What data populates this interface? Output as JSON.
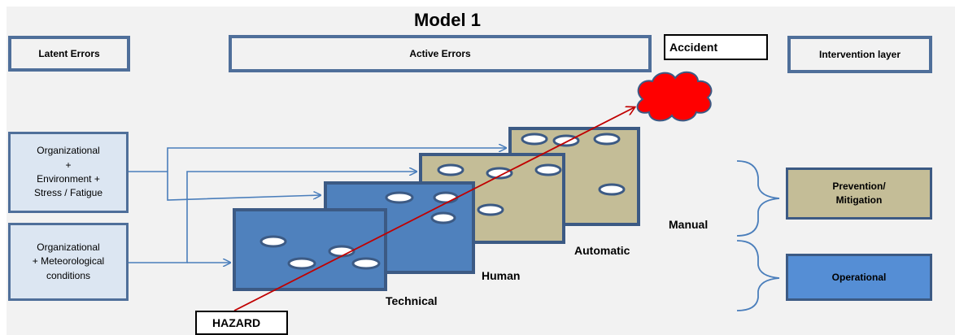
{
  "title": "Model 1",
  "headers": {
    "latent": "Latent Errors",
    "active": "Active Errors",
    "accident": "Accident",
    "intervention": "Intervention layer"
  },
  "sources": {
    "box1": [
      "Organizational",
      "+",
      "Environment  +",
      "Stress / Fatigue"
    ],
    "box2": [
      "Organizational",
      "+ Meteorological",
      "conditions"
    ]
  },
  "layers": {
    "technical": "Technical",
    "human": "Human",
    "automatic": "Automatic",
    "manual": "Manual"
  },
  "hazard": "HAZARD",
  "interventions": {
    "prevention": [
      "Prevention/",
      "Mitigation"
    ],
    "operational": "Operational"
  },
  "colors": {
    "header_border": "#4f6f9a",
    "source_fill": "#dce6f2",
    "layer_blue": "#4f81bd",
    "layer_tan": "#c4bd97",
    "arrow_blue": "#4a7ebb",
    "hazard_line": "#c00000",
    "accident_cloud": "#ff0000",
    "prevention_fill": "#c4bd97",
    "operational_fill": "#558ed5"
  }
}
